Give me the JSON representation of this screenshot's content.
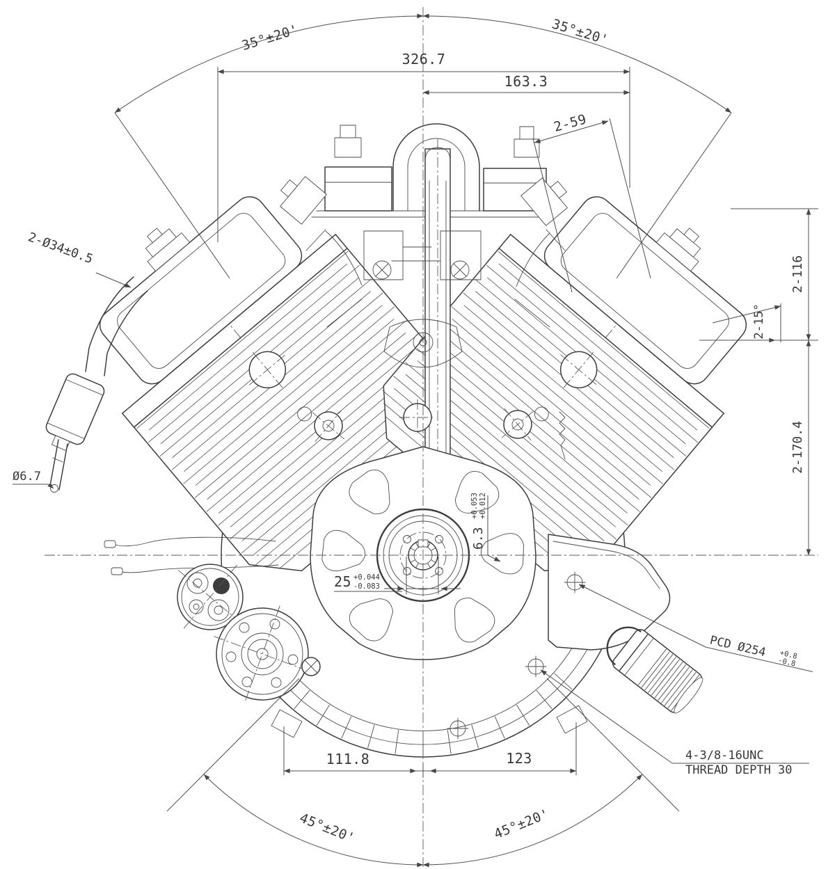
{
  "labels": {
    "angle_top_left": "35°±20'",
    "angle_top_right": "35°±20'",
    "overall_width": "326.7",
    "half_width": "163.3",
    "dim_2_59": "2-59",
    "exhaust_dia": "2-Ø34±0.5",
    "tube_dia": "Ø6.7",
    "dim_2_116": "2-116",
    "dim_2_15deg": "2-15°",
    "dim_2_170_4": "2-170.4",
    "shaft_dia": "25",
    "shaft_dia_tol_top": "+0.044",
    "shaft_dia_tol_bot": "-0.083",
    "key_height": "6.3",
    "key_tol_top": "+0.053",
    "key_tol_bot": "+0.012",
    "pcd": "PCD Ø254",
    "pcd_tol_top": "+0.8",
    "pcd_tol_bot": "-0.8",
    "thread_note_1": "4-3/8-16UNC",
    "thread_note_2": "THREAD DEPTH 30",
    "base_left": "111.8",
    "base_right": "123",
    "angle_bottom_left": "45°±20'",
    "angle_bottom_right": "45°±20'"
  },
  "colors": {
    "line": "#3d3d3d",
    "dim": "#4c4c4c",
    "background": "#ffffff"
  }
}
